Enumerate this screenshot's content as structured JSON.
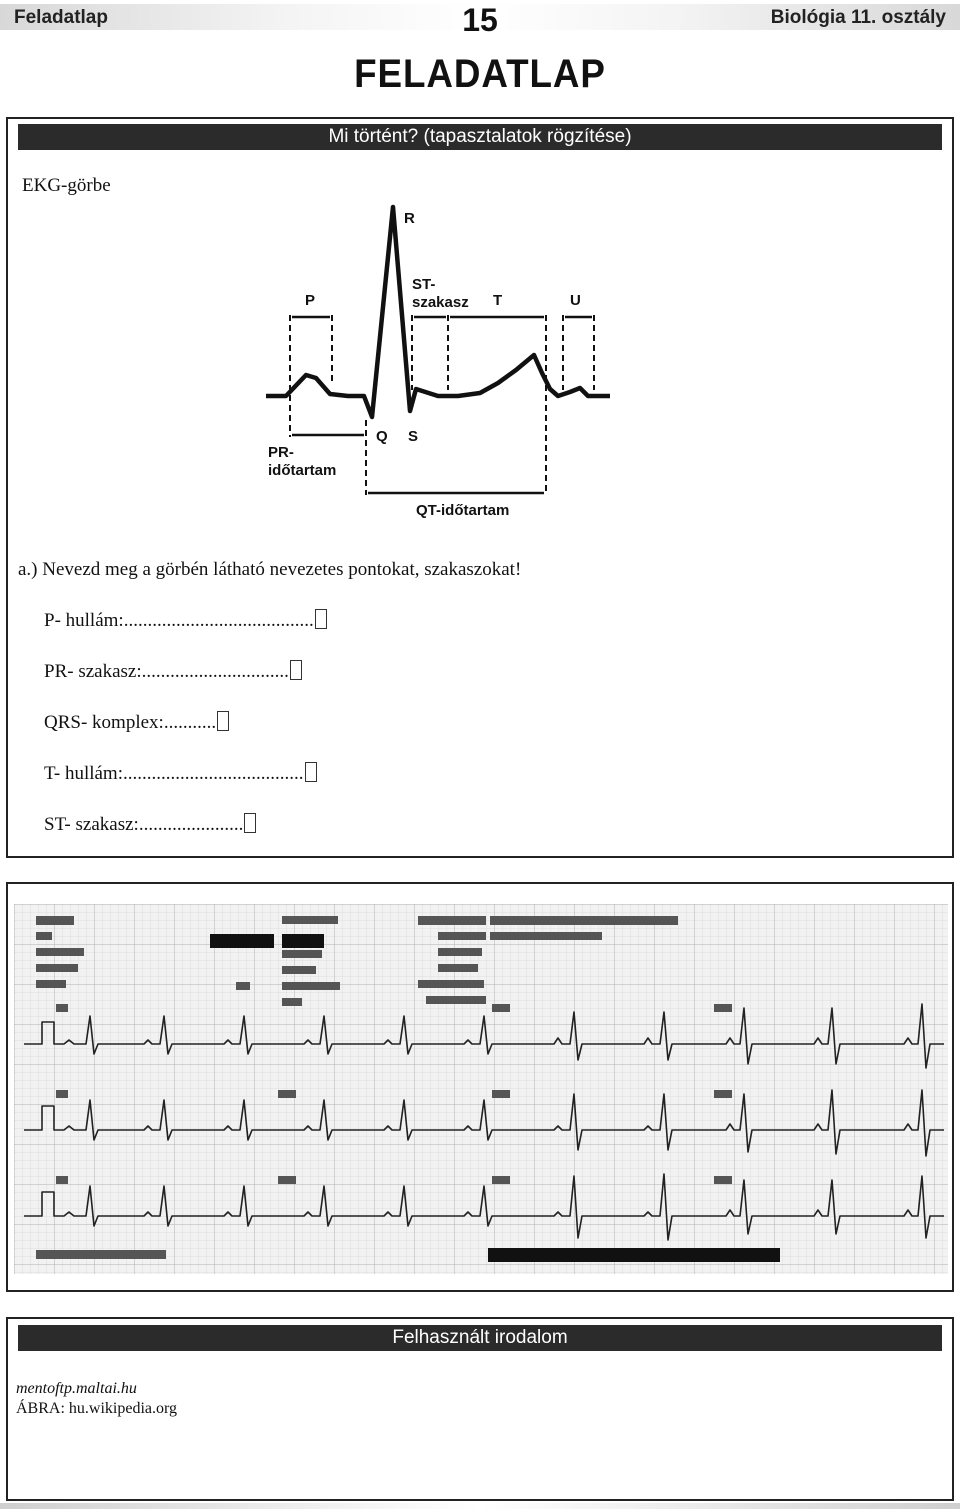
{
  "header": {
    "left": "Feladatlap",
    "page_number": "15",
    "right": "Biológia 11. osztály"
  },
  "title": "FELADATLAP",
  "section1": {
    "bar": "Mi történt? (tapasztalatok rögzítése)",
    "ekg_label": "EKG-görbe",
    "diagram_labels": {
      "r": "R",
      "p": "P",
      "st_1": "ST-",
      "st_2": "szakasz",
      "t": "T",
      "u": "U",
      "q": "Q",
      "s": "S",
      "pr_1": "PR-",
      "pr_2": "időtartam",
      "qt": "QT-időtartam"
    },
    "question": "a.) Nevezd meg a görbén látható nevezetes pontokat, szakaszokat!",
    "items": [
      {
        "label": "P- hullám:",
        "dots": "........................................"
      },
      {
        "label": "PR- szakasz:",
        "dots": "..............................."
      },
      {
        "label": "QRS- komplex:",
        "dots": "..........."
      },
      {
        "label": "T- hullám:",
        "dots": "......................................"
      },
      {
        "label": "ST- szakasz:",
        "dots": "......................"
      }
    ]
  },
  "section3": {
    "bar": "Felhasznált irodalom",
    "refs": [
      "mentoftp.maltai.hu",
      "ÁBRA: hu.wikipedia.org"
    ]
  }
}
